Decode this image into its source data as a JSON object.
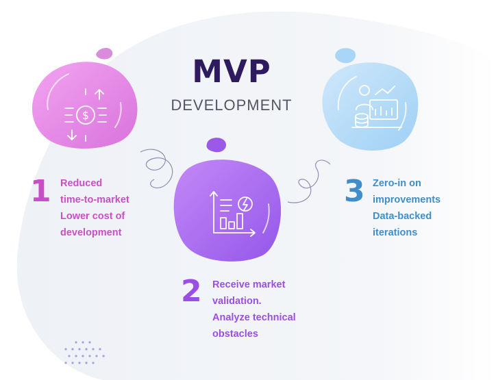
{
  "title": "MVP",
  "subtitle": "DEVELOPMENT",
  "colors": {
    "title": "#2e1a5e",
    "subtitle": "#555566",
    "pink": "#c94fc6",
    "purple": "#9b4ee6",
    "blue": "#3f8ec9"
  },
  "steps": [
    {
      "number": "1",
      "lines": [
        "Reduced",
        "time-to-market",
        "Lower cost of",
        "development"
      ],
      "icon": "money-exchange-icon"
    },
    {
      "number": "2",
      "lines": [
        "Receive market",
        "validation.",
        "Analyze technical",
        "obstacles"
      ],
      "icon": "growth-chart-icon"
    },
    {
      "number": "3",
      "lines": [
        "Zero-in on",
        "improvements",
        "Data-backed",
        "iterations"
      ],
      "icon": "data-analyst-icon"
    }
  ]
}
